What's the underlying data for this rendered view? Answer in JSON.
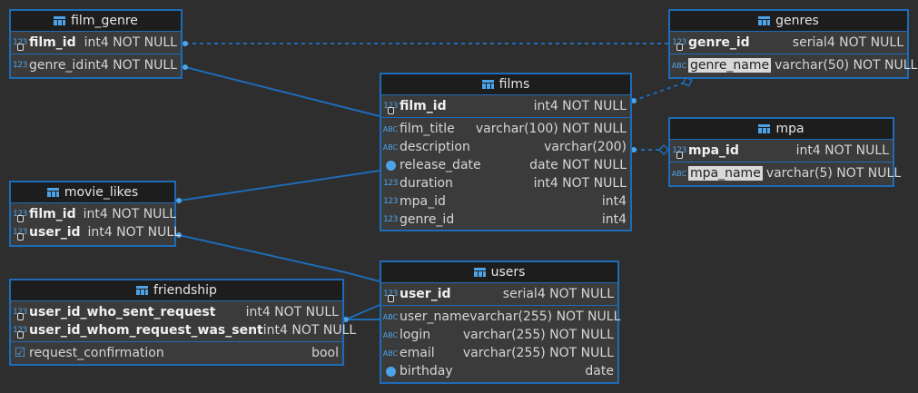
{
  "tables": {
    "film_genre": {
      "title": "film_genre",
      "columns": [
        {
          "name": "film_id",
          "type": "int4 NOT NULL",
          "icon": "123"
        },
        {
          "name": "genre_id",
          "type": "int4 NOT NULL",
          "icon": "123"
        }
      ]
    },
    "genres": {
      "title": "genres",
      "columns": [
        {
          "name": "genre_id",
          "type": "serial4 NOT NULL",
          "icon": "123"
        },
        {
          "name": "genre_name",
          "type": "varchar(50) NOT NULL",
          "icon": "ABC"
        }
      ]
    },
    "films": {
      "title": "films",
      "columns": [
        {
          "name": "film_id",
          "type": "int4 NOT NULL",
          "icon": "123"
        },
        {
          "name": "film_title",
          "type": "varchar(100) NOT NULL",
          "icon": "ABC"
        },
        {
          "name": "description",
          "type": "varchar(200)",
          "icon": "ABC"
        },
        {
          "name": "release_date",
          "type": "date NOT NULL",
          "icon": "clock"
        },
        {
          "name": "duration",
          "type": "int4 NOT NULL",
          "icon": "123"
        },
        {
          "name": "mpa_id",
          "type": "int4",
          "icon": "123"
        },
        {
          "name": "genre_id",
          "type": "int4",
          "icon": "123"
        }
      ]
    },
    "mpa": {
      "title": "mpa",
      "columns": [
        {
          "name": "mpa_id",
          "type": "int4 NOT NULL",
          "icon": "123"
        },
        {
          "name": "mpa_name",
          "type": "varchar(5) NOT NULL",
          "icon": "ABC"
        }
      ]
    },
    "movie_likes": {
      "title": "movie_likes",
      "columns": [
        {
          "name": "film_id",
          "type": "int4 NOT NULL",
          "icon": "123"
        },
        {
          "name": "user_id",
          "type": "int4 NOT NULL",
          "icon": "123"
        }
      ]
    },
    "friendship": {
      "title": "friendship",
      "columns": [
        {
          "name": "user_id_who_sent_request",
          "type": "int4 NOT NULL",
          "icon": "123"
        },
        {
          "name": "user_id_whom_request_was_sent",
          "type": "int4 NOT NULL",
          "icon": "123"
        },
        {
          "name": "request_confirmation",
          "type": "bool",
          "icon": "check"
        }
      ]
    },
    "users": {
      "title": "users",
      "columns": [
        {
          "name": "user_id",
          "type": "serial4 NOT NULL",
          "icon": "123"
        },
        {
          "name": "user_name",
          "type": "varchar(255) NOT NULL",
          "icon": "ABC"
        },
        {
          "name": "login",
          "type": "varchar(255) NOT NULL",
          "icon": "ABC"
        },
        {
          "name": "email",
          "type": "varchar(255) NOT NULL",
          "icon": "ABC"
        },
        {
          "name": "birthday",
          "type": "date",
          "icon": "clock"
        }
      ]
    }
  },
  "colors": {
    "accent": "#1e6bb8",
    "header": "#1d1d1d",
    "body": "#3b3b3b",
    "canvas": "#2e2e2e"
  }
}
